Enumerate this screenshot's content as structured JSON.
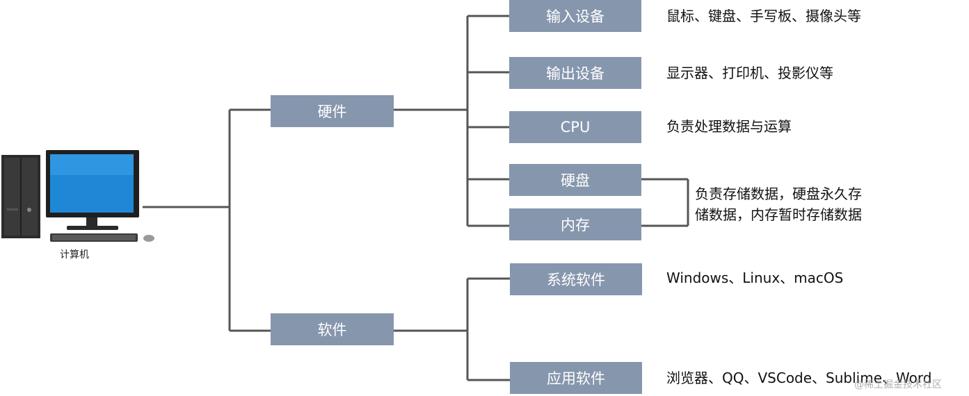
{
  "root": {
    "label": "计算机"
  },
  "categories": {
    "hardware": {
      "label": "硬件"
    },
    "software": {
      "label": "软件"
    }
  },
  "hardware_items": [
    {
      "label": "输入设备",
      "desc": "鼠标、键盘、手写板、摄像头等"
    },
    {
      "label": "输出设备",
      "desc": "显示器、打印机、投影仪等"
    },
    {
      "label": "CPU",
      "desc": "负责处理数据与运算"
    },
    {
      "label": "硬盘"
    },
    {
      "label": "内存"
    }
  ],
  "storage_desc": {
    "line1": "负责存储数据，硬盘永久存",
    "line2": "储数据，内存暂时存储数据"
  },
  "software_items": [
    {
      "label": "系统软件",
      "desc": "Windows、Linux、macOS"
    },
    {
      "label": "应用软件",
      "desc": "浏览器、QQ、VSCode、Sublime、Word"
    }
  ],
  "watermark": "@稀土掘金技术社区",
  "colors": {
    "box": "#8696ad",
    "line": "#555555",
    "text": "#111111"
  }
}
